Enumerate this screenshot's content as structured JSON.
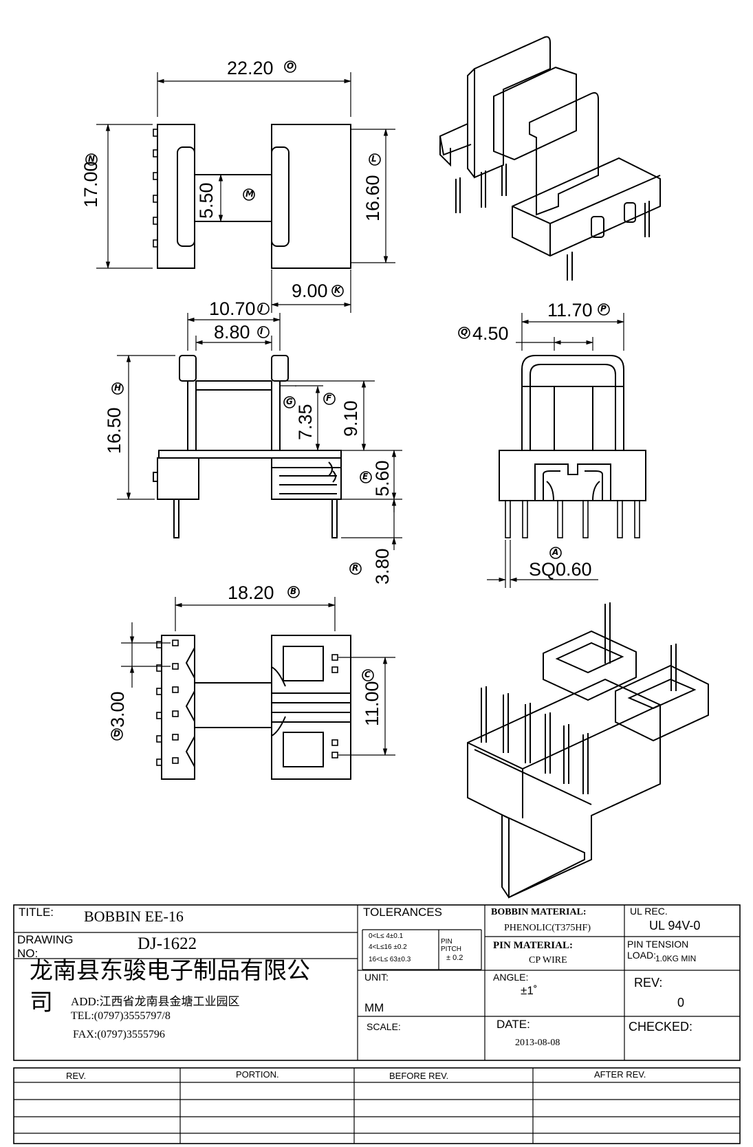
{
  "drawing": {
    "dimensions": {
      "d_O": "22.20",
      "d_N": "17.00",
      "d_M": "5.50",
      "d_L": "16.60",
      "d_K": "9.00",
      "d_J": "10.70",
      "d_I": "8.80",
      "d_H": "16.50",
      "d_G": "7.35",
      "d_F": "9.10",
      "d_E": "5.60",
      "d_R": "3.80",
      "d_P": "11.70",
      "d_Q": "4.50",
      "d_A": "SQ0.60",
      "d_B": "18.20",
      "d_D": "3.00",
      "d_C": "11.00"
    },
    "callouts": {
      "O": "O",
      "N": "N",
      "M": "M",
      "L": "L",
      "K": "K",
      "J": "J",
      "I": "I",
      "H": "H",
      "G": "G",
      "F": "F",
      "E": "E",
      "R": "R",
      "P": "P",
      "Q": "Q",
      "A": "A",
      "B": "B",
      "D": "D",
      "C": "C"
    }
  },
  "title_block": {
    "title_label": "TITLE:",
    "title_value": "BOBBIN EE-16",
    "drawing_no_label_1": "DRAWING",
    "drawing_no_label_2": "NO:",
    "drawing_no_value": "DJ-1622",
    "company_line1": "龙南县东骏电子制品有限公",
    "company_line2": "司",
    "address": "ADD:江西省龙南县金塘工业园区",
    "tel": "TEL:(0797)3555797/8",
    "fax": "FAX:(0797)3555796",
    "tolerances_label": "TOLERANCES",
    "tol_line1": "0<L≤ 4±0.1",
    "tol_line2": "4<L≤16 ±0.2",
    "tol_line3": "16<L≤ 63±0.3",
    "pin_pitch_1": "PIN",
    "pin_pitch_2": "PITCH",
    "pin_pitch_3": "± 0.2",
    "unit_label": "UNIT:",
    "unit_value": "MM",
    "scale_label": "SCALE:",
    "bobbin_material_label": "BOBBIN MATERIAL:",
    "bobbin_material_value": "PHENOLIC(T375HF)",
    "pin_material_label": "PIN MATERIAL:",
    "pin_material_value": "CP WIRE",
    "angle_label": "ANGLE:",
    "angle_value": "±1˚",
    "date_label": "DATE:",
    "date_value": "2013-08-08",
    "ul_label": "UL REC.",
    "ul_value": "UL 94V-0",
    "pin_tension_label": "PIN TENSION",
    "pin_tension_load": "LOAD:",
    "pin_tension_value": "1.0KG MIN",
    "rev_label": "REV:",
    "rev_value": "0",
    "checked_label": "CHECKED:"
  },
  "revision_table": {
    "headers": [
      "REV.",
      "PORTION.",
      "BEFORE REV.",
      "AFTER REV."
    ]
  }
}
